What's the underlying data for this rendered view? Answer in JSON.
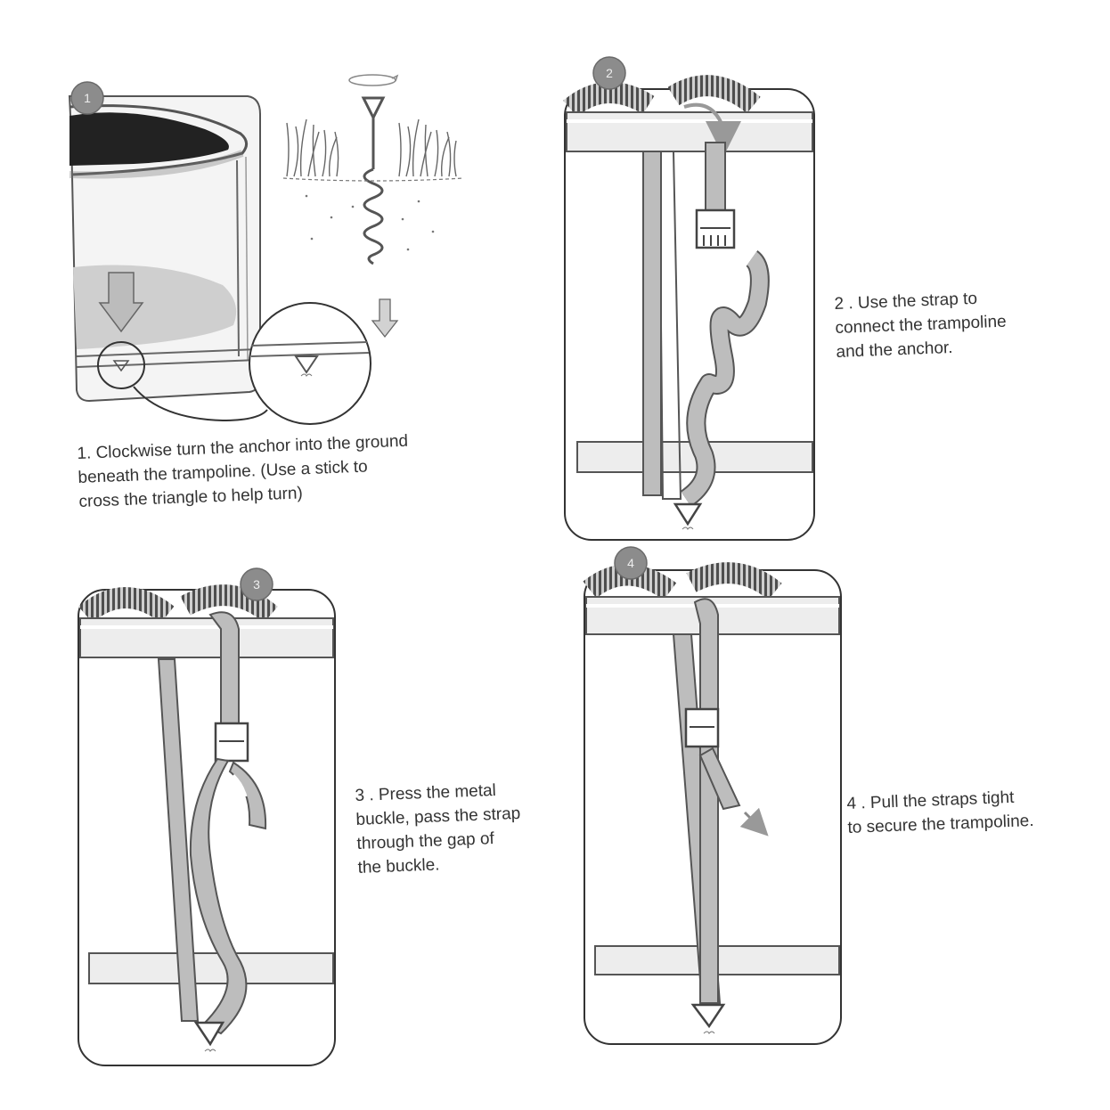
{
  "steps": [
    {
      "number": "1",
      "lines": [
        "1. Clockwise turn the anchor into the ground",
        "beneath the trampoline. (Use a stick to",
        "cross the triangle to help turn)"
      ]
    },
    {
      "number": "2",
      "lines": [
        "2 . Use the strap to",
        "connect the trampoline",
        "and the anchor."
      ]
    },
    {
      "number": "3",
      "lines": [
        "3 . Press the metal",
        "buckle, pass the strap",
        "through the gap of",
        "the buckle."
      ]
    },
    {
      "number": "4",
      "lines": [
        "4 . Pull the straps tight",
        "to secure the trampoline."
      ]
    }
  ],
  "colors": {
    "line": "#555555",
    "strap": "#bdbdbd",
    "badge": "#8c8c8c",
    "tube": "#ededed",
    "spring": "#5a5a5a"
  }
}
